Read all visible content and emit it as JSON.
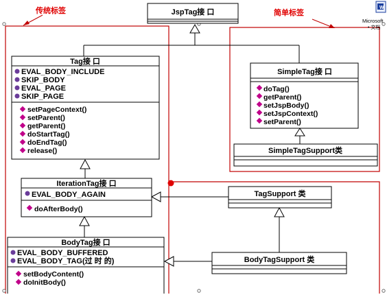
{
  "labels": {
    "traditional": "传统标签",
    "simple": "简单标签"
  },
  "corner_icon": {
    "line1": "Microsoft",
    "line2": "• 文档"
  },
  "jsptag": {
    "title": "JspTag接 口"
  },
  "tag": {
    "title": "Tag接 口",
    "fields": [
      "EVAL_BODY_INCLUDE",
      "SKIP_BODY",
      "EVAL_PAGE",
      "SKIP_PAGE"
    ],
    "methods": [
      "setPageContext()",
      "setParent()",
      "getParent()",
      "doStartTag()",
      "doEndTag()",
      "release()"
    ]
  },
  "simpletag": {
    "title": "SimpleTag接 口",
    "methods": [
      "doTag()",
      "getParent()",
      "setJspBody()",
      "setJspContext()",
      "setParent()"
    ]
  },
  "simpletagsupport": {
    "title": "SimpleTagSupport类"
  },
  "iterationtag": {
    "title": "IterationTag接 口",
    "fields": [
      "EVAL_BODY_AGAIN"
    ],
    "methods": [
      "doAfterBody()"
    ]
  },
  "tagsupport": {
    "title": "TagSupport 类"
  },
  "bodytag": {
    "title": "BodyTag接 口",
    "fields": [
      "EVAL_BODY_BUFFERED",
      "EVAL_BODY_TAG(过 时 的)"
    ],
    "methods": [
      "setBodyContent()",
      "doInitBody()"
    ]
  },
  "bodytagsupport": {
    "title": "BodyTagSupport 类"
  },
  "colors": {
    "label_red": "#e00000",
    "group_border": "#c00000",
    "field_icon": "#6a3c9a",
    "method_icon": "#c0008a"
  }
}
